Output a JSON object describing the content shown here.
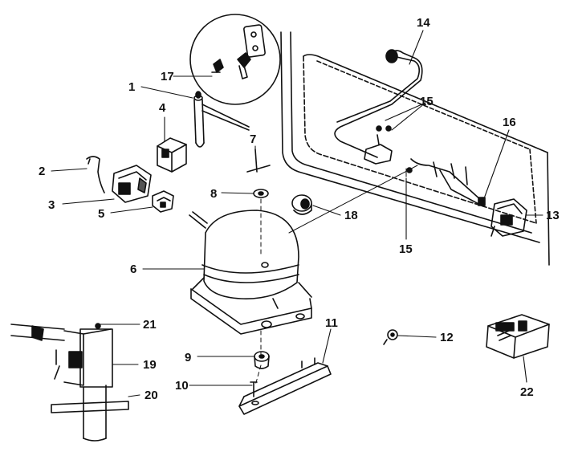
{
  "diagram": {
    "labels": {
      "p1": "1",
      "p2": "2",
      "p3": "3",
      "p4": "4",
      "p5": "5",
      "p6": "6",
      "p7": "7",
      "p8": "8",
      "p9": "9",
      "p10": "10",
      "p11": "11",
      "p12": "12",
      "p13": "13",
      "p14": "14",
      "p15a": "15",
      "p15b": "15",
      "p16": "16",
      "p17": "17",
      "p18": "18",
      "p19": "19",
      "p20": "20",
      "p21": "21",
      "p22": "22"
    },
    "colors": {
      "ink": "#111111",
      "background": "#ffffff"
    }
  }
}
